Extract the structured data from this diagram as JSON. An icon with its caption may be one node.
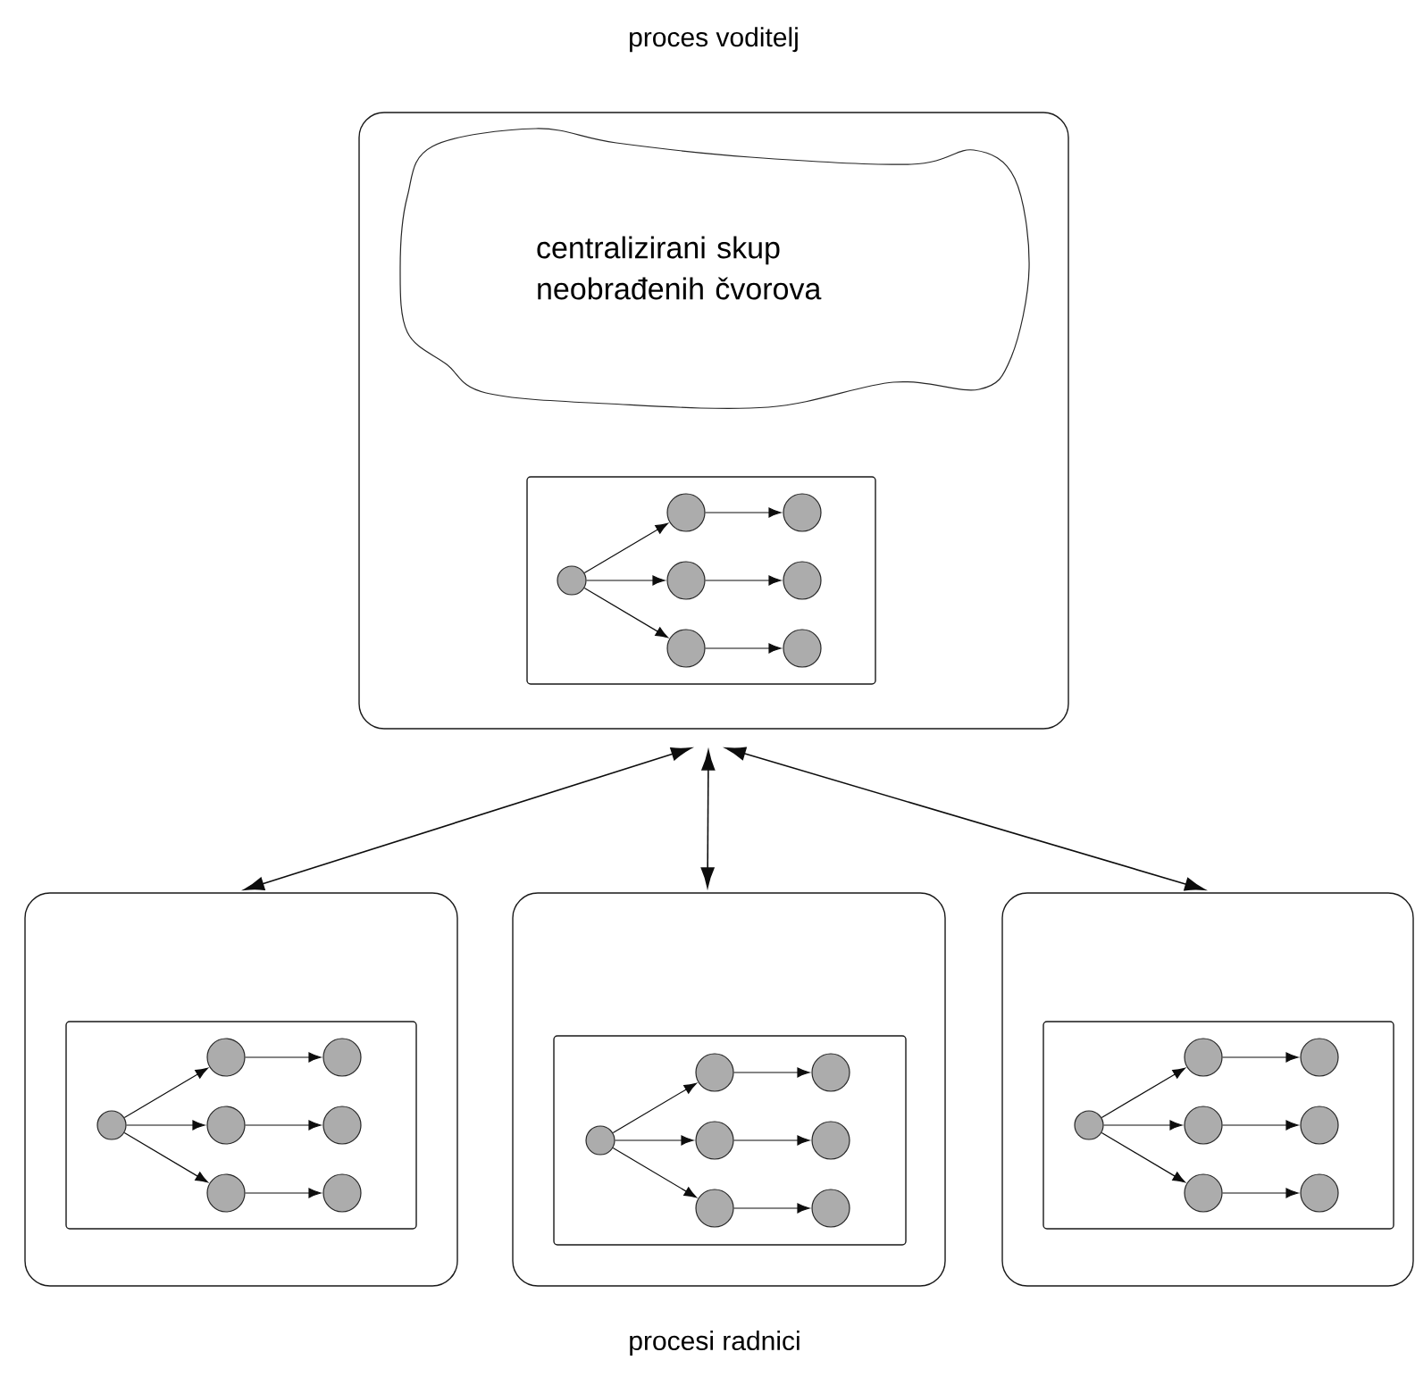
{
  "diagram": {
    "nodes": [
      {
        "text": [
          "proces voditelj"
        ]
      },
      {
        "text": [
          "centralizirani skup neobrađenih čvorova"
        ],
        "in": 0
      },
      {
        "text": [],
        "shape": "box",
        "in": 0
      },
      {
        "text": [],
        "shape": "circle",
        "in": 2
      },
      {
        "text": [],
        "shape": "circle",
        "in": 2
      },
      {
        "text": [],
        "shape": "circle",
        "in": 2
      },
      {
        "text": [],
        "shape": "circle",
        "in": 2
      },
      {
        "text": [],
        "shape": "circle",
        "in": 2
      },
      {
        "text": [],
        "shape": "circle",
        "in": 2
      },
      {
        "text": [],
        "shape": "circle",
        "in": 2
      },
      {
        "text": [],
        "shape": "box"
      },
      {
        "text": [],
        "shape": "box",
        "in": 10
      },
      {
        "text": [],
        "shape": "circle",
        "in": 11
      },
      {
        "text": [],
        "shape": "circle",
        "in": 11
      },
      {
        "text": [],
        "shape": "circle",
        "in": 11
      },
      {
        "text": [],
        "shape": "circle",
        "in": 11
      },
      {
        "text": [],
        "shape": "circle",
        "in": 11
      },
      {
        "text": [],
        "shape": "circle",
        "in": 11
      },
      {
        "text": [],
        "shape": "circle",
        "in": 11
      },
      {
        "text": [],
        "shape": "box"
      },
      {
        "text": [],
        "shape": "box",
        "in": 19
      },
      {
        "text": [],
        "shape": "circle",
        "in": 20
      },
      {
        "text": [],
        "shape": "circle",
        "in": 20
      },
      {
        "text": [],
        "shape": "circle",
        "in": 20
      },
      {
        "text": [],
        "shape": "circle",
        "in": 20
      },
      {
        "text": [],
        "shape": "circle",
        "in": 20
      },
      {
        "text": [],
        "shape": "circle",
        "in": 20
      },
      {
        "text": [],
        "shape": "circle",
        "in": 20
      },
      {
        "text": [],
        "shape": "box"
      },
      {
        "text": [],
        "shape": "box",
        "in": 28
      },
      {
        "text": [],
        "shape": "circle",
        "in": 29
      },
      {
        "text": [],
        "shape": "circle",
        "in": 29
      },
      {
        "text": [],
        "shape": "circle",
        "in": 29
      },
      {
        "text": [],
        "shape": "circle",
        "in": 29
      },
      {
        "text": [],
        "shape": "circle",
        "in": 29
      },
      {
        "text": [],
        "shape": "circle",
        "in": 29
      },
      {
        "text": [],
        "shape": "circle",
        "in": 29
      }
    ],
    "edges": [
      {
        "from": 3,
        "to": 4,
        "arrow": "to"
      },
      {
        "from": 3,
        "to": 5,
        "arrow": "to"
      },
      {
        "from": 3,
        "to": 6,
        "arrow": "to"
      },
      {
        "from": 4,
        "to": 7,
        "arrow": "to"
      },
      {
        "from": 5,
        "to": 8,
        "arrow": "to"
      },
      {
        "from": 6,
        "to": 9,
        "arrow": "to"
      },
      {
        "from": 12,
        "to": 13,
        "arrow": "to"
      },
      {
        "from": 12,
        "to": 14,
        "arrow": "to"
      },
      {
        "from": 12,
        "to": 15,
        "arrow": "to"
      },
      {
        "from": 13,
        "to": 16,
        "arrow": "to"
      },
      {
        "from": 14,
        "to": 17,
        "arrow": "to"
      },
      {
        "from": 15,
        "to": 18,
        "arrow": "to"
      },
      {
        "from": 21,
        "to": 22,
        "arrow": "to"
      },
      {
        "from": 21,
        "to": 23,
        "arrow": "to"
      },
      {
        "from": 21,
        "to": 24,
        "arrow": "to"
      },
      {
        "from": 22,
        "to": 25,
        "arrow": "to"
      },
      {
        "from": 23,
        "to": 26,
        "arrow": "to"
      },
      {
        "from": 24,
        "to": 27,
        "arrow": "to"
      },
      {
        "from": 30,
        "to": 31,
        "arrow": "to"
      },
      {
        "from": 30,
        "to": 32,
        "arrow": "to"
      },
      {
        "from": 30,
        "to": 33,
        "arrow": "to"
      },
      {
        "from": 31,
        "to": 34,
        "arrow": "to"
      },
      {
        "from": 32,
        "to": 35,
        "arrow": "to"
      },
      {
        "from": 33,
        "to": 36,
        "arrow": "to"
      },
      {
        "from": 0,
        "to": 10,
        "arrow": "both"
      },
      {
        "from": 0,
        "to": 19,
        "arrow": "both"
      },
      {
        "from": 0,
        "to": 28,
        "arrow": "both"
      }
    ],
    "labels": [
      "procesi radnici"
    ]
  }
}
